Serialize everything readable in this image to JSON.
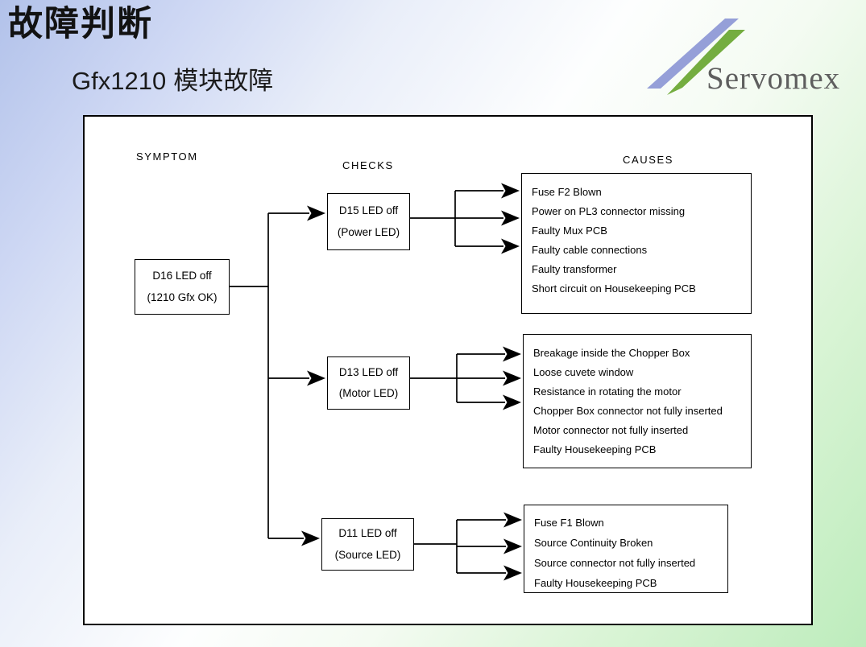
{
  "slide": {
    "title": "故障判断",
    "subtitle": {
      "model": "Gfx1210",
      "zh": "模块故障"
    },
    "logo": {
      "brand": "Servomex"
    }
  },
  "colors": {
    "logo_slash_blue": "#959fd8",
    "logo_slash_green": "#74ad40",
    "logo_text_gray": "#5e5e5e",
    "background_top_blue": "#b2c2ea",
    "background_bottom_green": "#bdecbc",
    "line_black": "#000000"
  },
  "diagram": {
    "headers": {
      "symptom": "SYMPTOM",
      "checks": "CHECKS",
      "causes": "CAUSES"
    },
    "symptom_box": {
      "line1": "D16 LED off",
      "line2": "(1210 Gfx OK)"
    },
    "checks": [
      {
        "line1": "D15 LED off",
        "line2": "(Power LED)"
      },
      {
        "line1": "D13 LED off",
        "line2": "(Motor LED)"
      },
      {
        "line1": "D11 LED off",
        "line2": "(Source LED)"
      }
    ],
    "causes": [
      {
        "lines": [
          "Fuse F2 Blown",
          "Power on PL3 connector missing",
          "Faulty Mux PCB",
          "Faulty cable connections",
          "Faulty transformer",
          "Short circuit on Housekeeping PCB"
        ]
      },
      {
        "lines": [
          "Breakage inside the Chopper Box",
          "Loose cuvete window",
          "Resistance in rotating the motor",
          "Chopper Box connector not fully inserted",
          "Motor connector not fully inserted",
          "Faulty Housekeeping PCB"
        ]
      },
      {
        "lines": [
          "Fuse F1 Blown",
          "Source Continuity Broken",
          "Source connector not fully inserted",
          "Faulty Housekeeping PCB"
        ]
      }
    ]
  }
}
